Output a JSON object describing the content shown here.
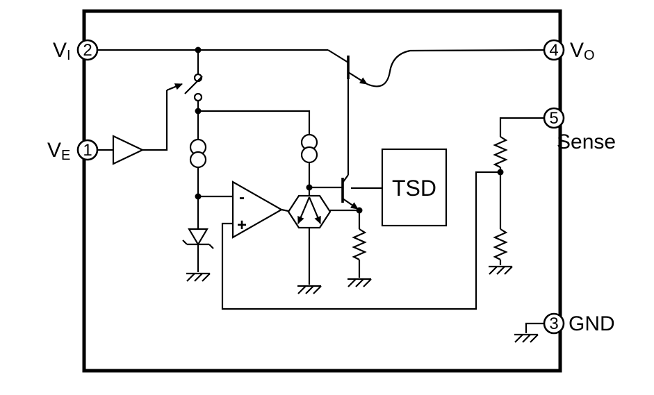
{
  "colors": {
    "ink": "#000000",
    "background": "#ffffff"
  },
  "pins": {
    "vi": {
      "number": "2",
      "label": "V",
      "sub": "I"
    },
    "ve": {
      "number": "1",
      "label": "V",
      "sub": "E"
    },
    "vo": {
      "number": "4",
      "label": "V",
      "sub": "O"
    },
    "sense": {
      "number": "5",
      "label": "Sense"
    },
    "gnd": {
      "number": "3",
      "label": "GND"
    }
  },
  "blocks": {
    "tsd": {
      "label": "TSD"
    }
  },
  "opamp": {
    "minus_label": "-",
    "plus_label": "+"
  }
}
